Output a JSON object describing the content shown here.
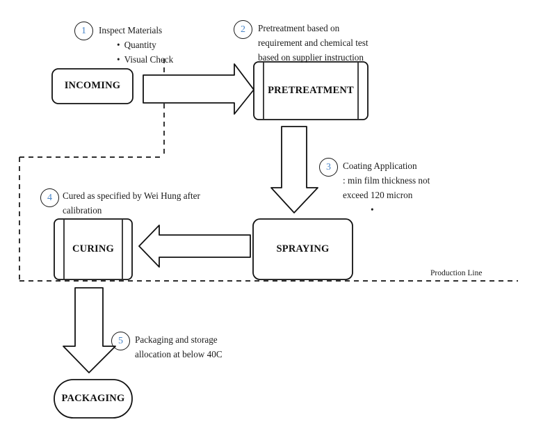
{
  "diagram": {
    "title": "Production Line Process Flow",
    "boundary_label": "Production Line",
    "colors": {
      "stroke": "#111111",
      "callout_number": "#4a86c8",
      "text": "#1b1b1b",
      "background": "#ffffff"
    },
    "nodes": [
      {
        "id": "incoming",
        "label": "INCOMING",
        "shape": "rounded-rect"
      },
      {
        "id": "pretreatment",
        "label": "PRETREATMENT",
        "shape": "predefined-process"
      },
      {
        "id": "spraying",
        "label": "SPRAYING",
        "shape": "rounded-rect"
      },
      {
        "id": "curing",
        "label": "CURING",
        "shape": "predefined-process"
      },
      {
        "id": "packaging",
        "label": "PACKAGING",
        "shape": "stadium"
      }
    ],
    "callouts": [
      {
        "number": "1",
        "heading": "Inspect Materials",
        "bullets": [
          "Quantity",
          "Visual Check"
        ],
        "lines": []
      },
      {
        "number": "2",
        "heading": "Pretreatment based on",
        "bullets": [],
        "lines": [
          "requirement and chemical test",
          "based on supplier instruction"
        ]
      },
      {
        "number": "3",
        "heading": "Coating Application",
        "bullets": [],
        "lines": [
          ": min film thickness not",
          "exceed 120 micron"
        ],
        "trailing_bullet": true
      },
      {
        "number": "4",
        "heading": "Cured as specified by Wei Hung after",
        "bullets": [],
        "lines": [
          "calibration"
        ]
      },
      {
        "number": "5",
        "heading": "Packaging and storage",
        "bullets": [],
        "lines": [
          "allocation at below 40C"
        ]
      }
    ],
    "connectors": [
      {
        "id": "incoming-to-pretreatment",
        "direction": "right"
      },
      {
        "id": "pretreatment-to-spraying",
        "direction": "down"
      },
      {
        "id": "spraying-to-curing",
        "direction": "left"
      },
      {
        "id": "curing-to-packaging",
        "direction": "down"
      }
    ]
  }
}
